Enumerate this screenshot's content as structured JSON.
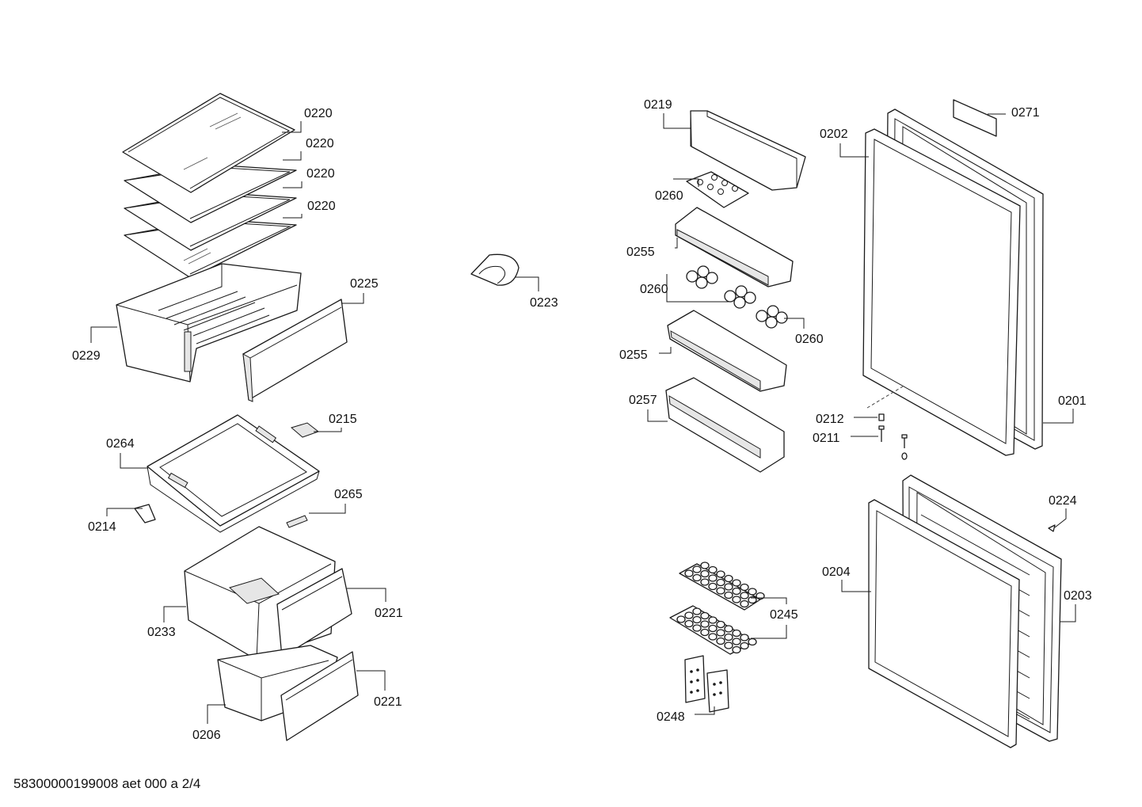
{
  "diagram": {
    "document_id": "58300000199008 aet 000 a 2/4",
    "labels": {
      "shelf_1": "0220",
      "shelf_2": "0220",
      "shelf_3": "0220",
      "shelf_4": "0220",
      "container_0229": "0229",
      "cover_0225": "0225",
      "part_0223": "0223",
      "holder_0215": "0215",
      "drawer_0264": "0264",
      "clip_0214": "0214",
      "strip_0265": "0265",
      "drawer_0233": "0233",
      "front_0221_upper": "0221",
      "drawer_0206": "0206",
      "front_0221_lower": "0221",
      "bottle_shelf_0219": "0219",
      "egg_tray_0260_a": "0260",
      "door_rack_0255_a": "0255",
      "egg_tray_0260_b": "0260",
      "egg_tray_0260_c": "0260",
      "door_rack_0255_b": "0255",
      "door_rack_0257": "0257",
      "gasket_0202": "0202",
      "label_0271": "0271",
      "door_0201": "0201",
      "pin_0212": "0212",
      "screw_0211": "0211",
      "hinge_pin_0224": "0224",
      "gasket_0204": "0204",
      "door_0203": "0203",
      "ice_tray_0245": "0245",
      "cold_pack_0248": "0248"
    }
  }
}
